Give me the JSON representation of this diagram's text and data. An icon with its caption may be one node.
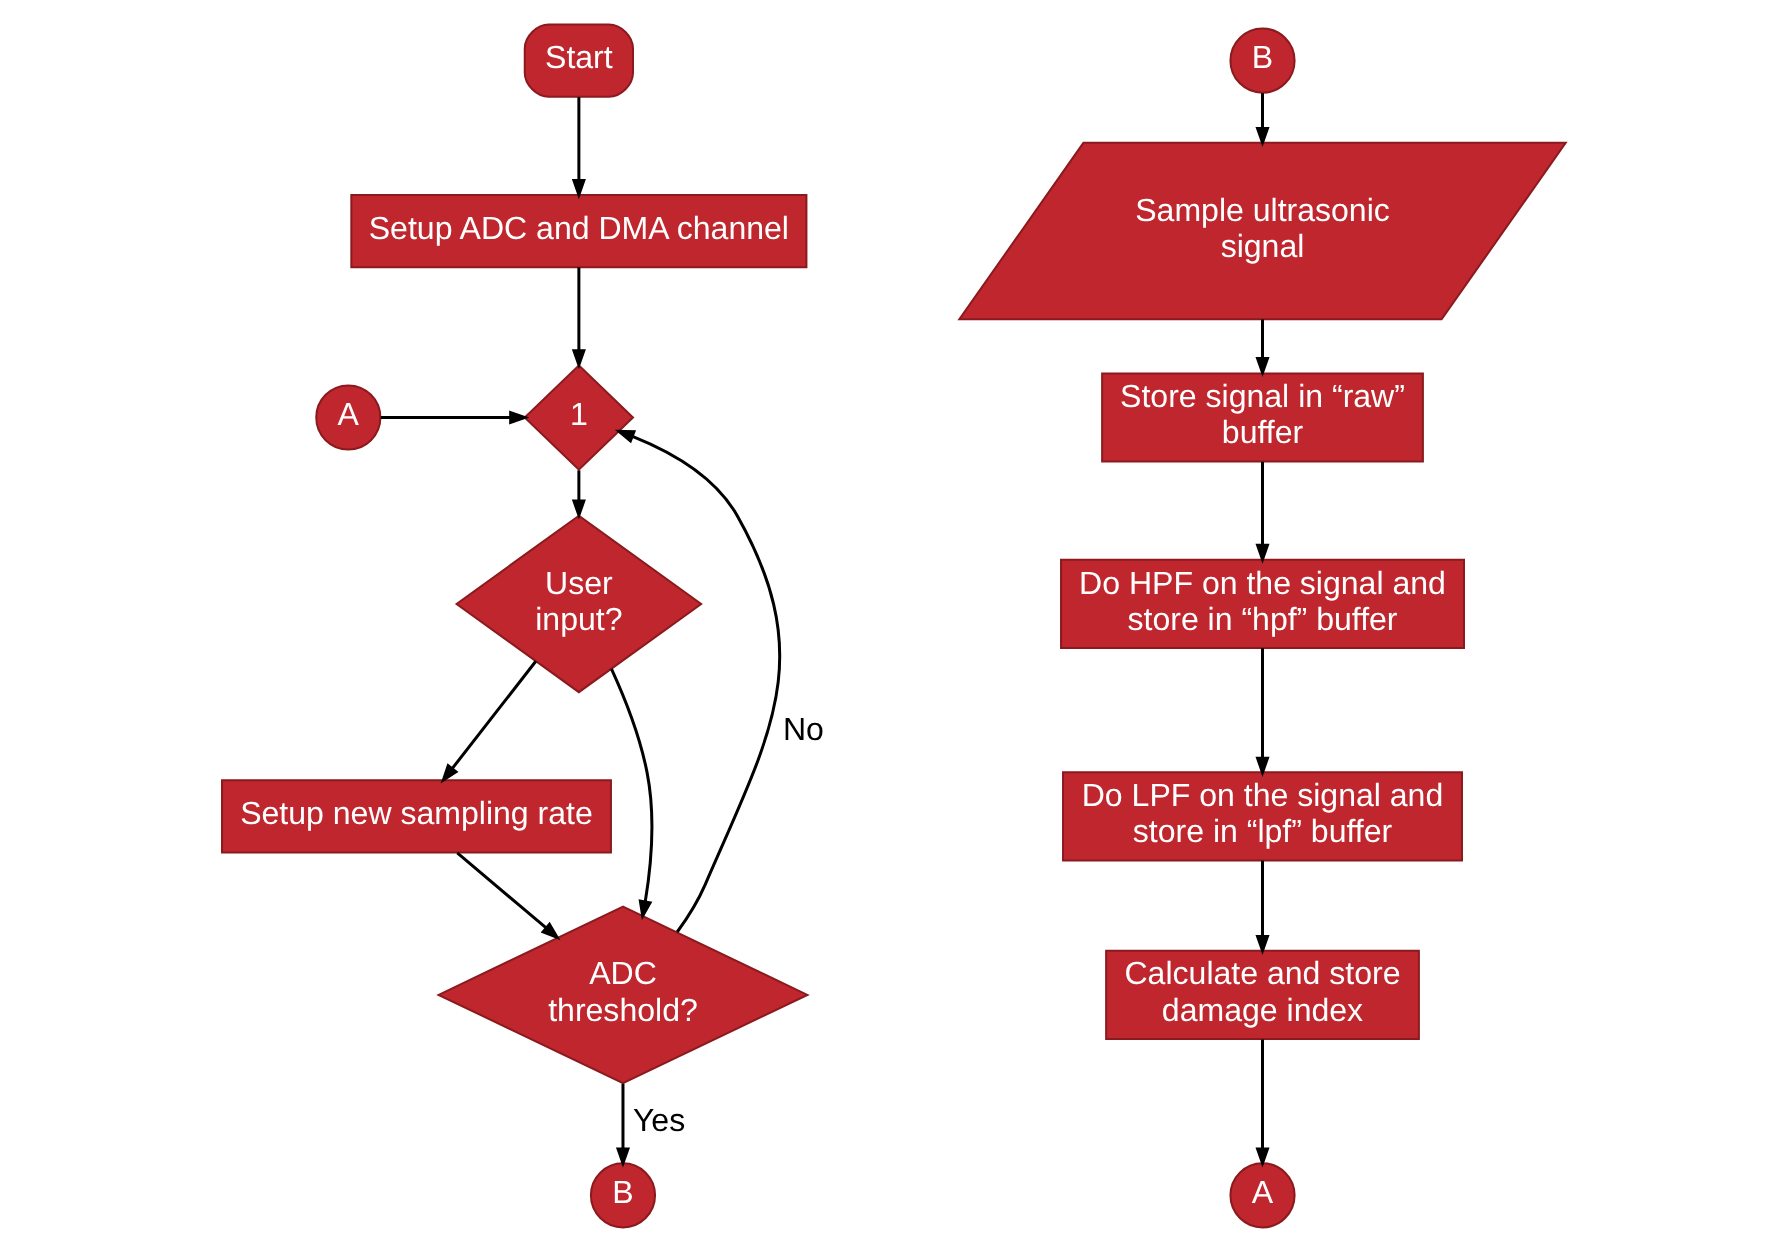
{
  "diagram": {
    "nodes": [
      {
        "text": [
          "Start"
        ]
      },
      {
        "text": [
          "Setup ADC and DMA channel"
        ]
      },
      {
        "text": [
          "1"
        ]
      },
      {
        "text": [
          "A"
        ]
      },
      {
        "text": [
          "User input?"
        ]
      },
      {
        "text": [
          "Setup new sampling rate"
        ]
      },
      {
        "text": [
          "ADC threshold?"
        ]
      },
      {
        "text": [
          "B"
        ]
      },
      {
        "text": [
          "B"
        ]
      },
      {
        "text": [
          "Sample ultrasonic signal"
        ]
      },
      {
        "text": [
          "Store signal in “raw” buffer"
        ]
      },
      {
        "text": [
          "Do HPF on the signal and store in “hpf” buffer"
        ]
      },
      {
        "text": [
          "Do LPF on the signal and store in “lpf” buffer"
        ]
      },
      {
        "text": [
          "Calculate and store damage index"
        ]
      },
      {
        "text": [
          "A"
        ]
      }
    ],
    "edges": [
      {
        "from": 0,
        "to": 1,
        "arrow": "to"
      },
      {
        "from": 1,
        "to": 2,
        "arrow": "to"
      },
      {
        "from": 3,
        "to": 2,
        "arrow": "to"
      },
      {
        "from": 2,
        "to": 4,
        "arrow": "to"
      },
      {
        "from": 4,
        "to": 5,
        "arrow": "to"
      },
      {
        "from": 4,
        "to": 6,
        "arrow": "to"
      },
      {
        "from": 5,
        "to": 6,
        "arrow": "to"
      },
      {
        "from": 6,
        "to": 2,
        "label": "No",
        "arrow": "to"
      },
      {
        "from": 6,
        "to": 7,
        "label": "Yes",
        "arrow": "to"
      },
      {
        "from": 8,
        "to": 9,
        "arrow": "to"
      },
      {
        "from": 9,
        "to": 10,
        "arrow": "to"
      },
      {
        "from": 10,
        "to": 11,
        "arrow": "to"
      },
      {
        "from": 11,
        "to": 12,
        "arrow": "to"
      },
      {
        "from": 12,
        "to": 13,
        "arrow": "to"
      },
      {
        "from": 13,
        "to": 14,
        "arrow": "to"
      }
    ]
  }
}
